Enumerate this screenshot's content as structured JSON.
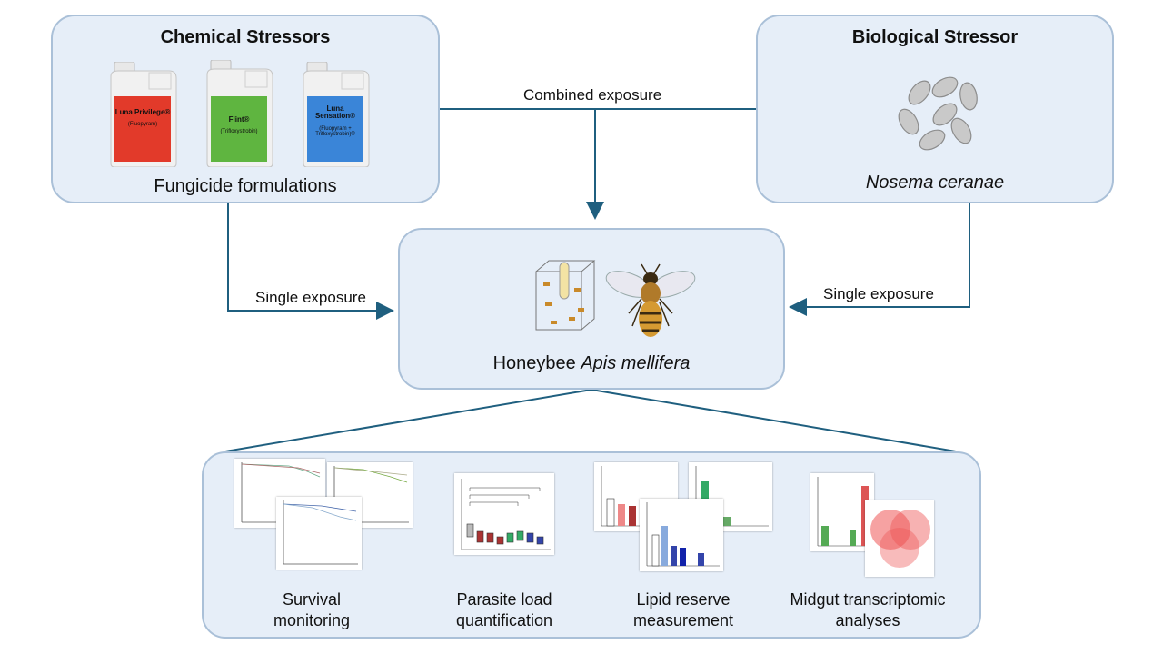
{
  "chemical": {
    "title": "Chemical Stressors",
    "subtitle": "Fungicide formulations",
    "products": [
      {
        "name": "Luna Privilege®",
        "ingredient": "(Fluopyram)",
        "color": "#e23a2a"
      },
      {
        "name": "Flint®",
        "ingredient": "(Trifloxystrobin)",
        "color": "#5fb540"
      },
      {
        "name": "Luna Sensation®",
        "ingredient": "(Fluopyram + Trifloxystrobin)®",
        "color": "#3a85d8"
      }
    ]
  },
  "biological": {
    "title": "Biological Stressor",
    "subtitle": "Nosema ceranae"
  },
  "host": {
    "label_prefix": "Honeybee ",
    "label_species": "Apis mellifera"
  },
  "arrows": {
    "combined": "Combined exposure",
    "single_left": "Single exposure",
    "single_right": "Single exposure"
  },
  "outcomes": [
    {
      "line1": "Survival",
      "line2": "monitoring"
    },
    {
      "line1": "Parasite load",
      "line2": "quantification"
    },
    {
      "line1": "Lipid reserve",
      "line2": "measurement"
    },
    {
      "line1": "Midgut transcriptomic",
      "line2": "analyses"
    }
  ],
  "colors": {
    "arrow": "#1f5f7f",
    "box_fill": "#e6eef8",
    "box_border": "#aac0d8"
  }
}
